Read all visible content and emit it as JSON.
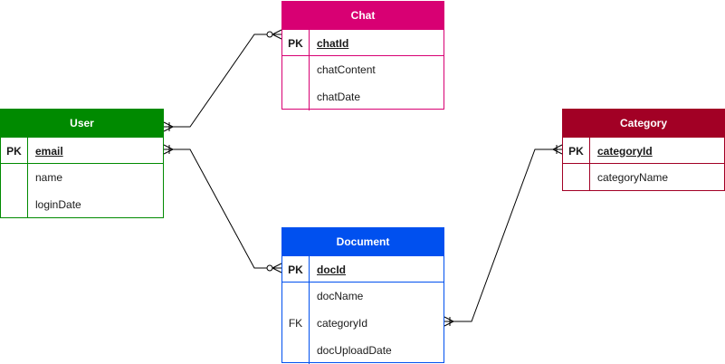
{
  "colors": {
    "user": "#008a00",
    "chat": "#d80073",
    "document": "#0050ef",
    "category": "#a20025",
    "line": "#000000"
  },
  "entities": {
    "user": {
      "title": "User",
      "pk_label": "PK",
      "pk_field": "email",
      "fields": [
        "name",
        "loginDate"
      ]
    },
    "chat": {
      "title": "Chat",
      "pk_label": "PK",
      "pk_field": "chatId",
      "fields": [
        "chatContent",
        "chatDate"
      ]
    },
    "document": {
      "title": "Document",
      "pk_label": "PK",
      "pk_field": "docId",
      "fk_label": "FK",
      "fields": [
        "docName",
        "categoryId",
        "docUploadDate"
      ]
    },
    "category": {
      "title": "Category",
      "pk_label": "PK",
      "pk_field": "categoryId",
      "fields": [
        "categoryName"
      ]
    }
  },
  "relationships": [
    {
      "from": "User",
      "to": "Chat",
      "from_end": "one-or-many",
      "to_end": "zero-or-many"
    },
    {
      "from": "User",
      "to": "Document",
      "from_end": "one-or-many",
      "to_end": "zero-or-many"
    },
    {
      "from": "Document",
      "to": "Category",
      "from_end": "one-or-many",
      "to_end": "one-or-many"
    }
  ]
}
